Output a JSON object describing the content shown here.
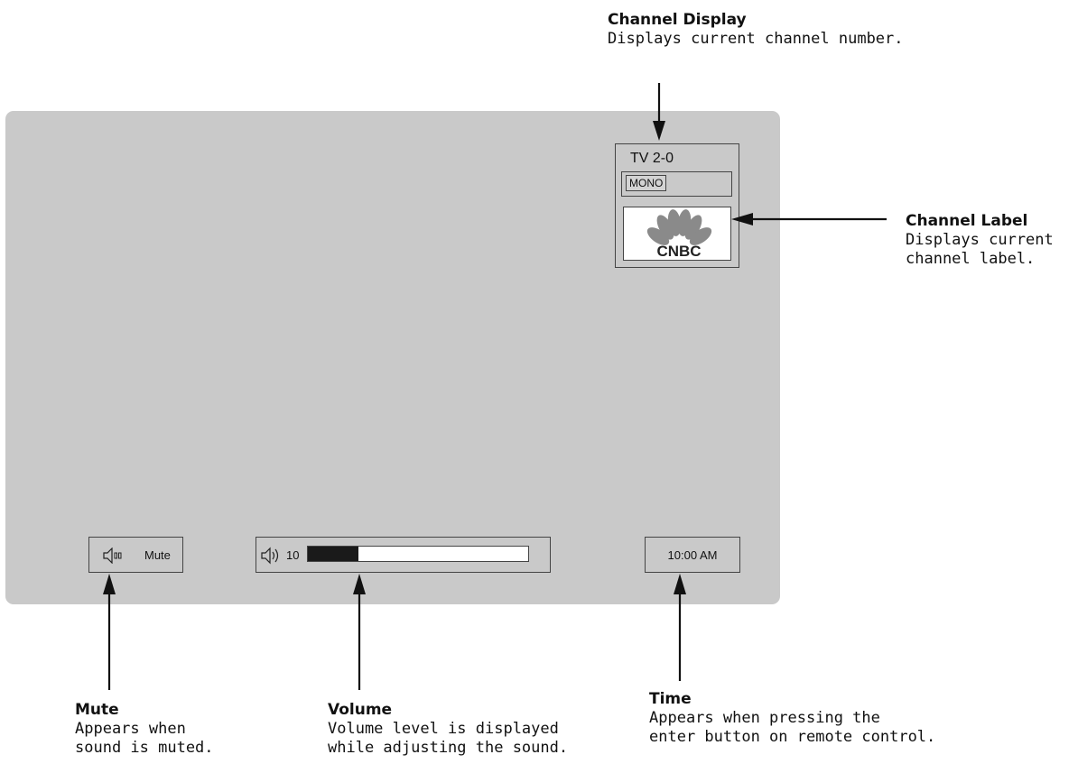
{
  "osd": {
    "channel_number": "TV 2-0",
    "audio_mode": "MONO",
    "mute_label": "Mute",
    "volume_value": "10",
    "volume_level": 0.23,
    "time": "10:00 AM",
    "logo_text": "CNBC"
  },
  "callouts": {
    "channel_display": {
      "title": "Channel Display",
      "desc": [
        "Displays current channel number."
      ]
    },
    "channel_label": {
      "title": "Channel Label",
      "desc": [
        "Displays current",
        "channel label."
      ]
    },
    "mute": {
      "title": "Mute",
      "desc": [
        "Appears when",
        "sound is muted."
      ]
    },
    "volume": {
      "title": "Volume",
      "desc": [
        "Volume level is displayed",
        "while adjusting the sound."
      ]
    },
    "time": {
      "title": "Time",
      "desc": [
        "Appears when pressing the",
        "enter button on remote control."
      ]
    }
  }
}
